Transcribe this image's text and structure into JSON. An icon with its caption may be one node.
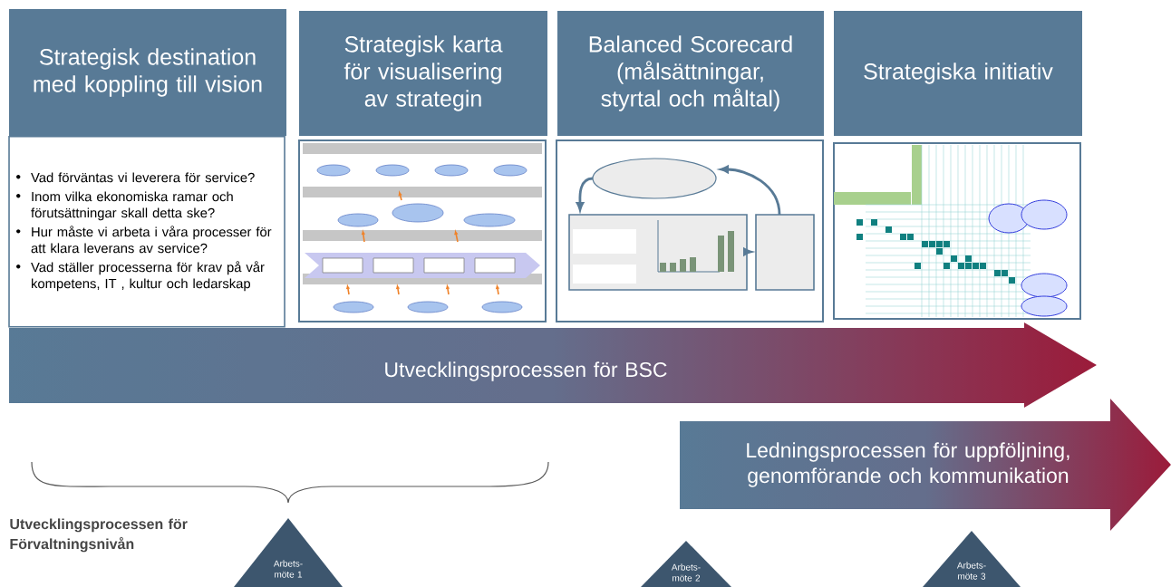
{
  "diagram": {
    "nodes": [
      {
        "text": [
          "Strategisk destination med koppling till vision"
        ]
      },
      {
        "text": [
          "Vad förväntas vi leverera för service?",
          "Inom vilka ekonomiska ramar och förutsättningar skall detta ske?",
          "Hur måste vi arbeta i våra processer för att klara leverans av service?",
          "Vad ställer processerna för  krav på vår kompetens, IT , kultur och ledarskap"
        ]
      },
      {
        "text": [
          "Strategisk karta för visualisering av strategin"
        ]
      },
      {
        "text": [],
        "shape": "picture"
      },
      {
        "text": [
          "Balanced Scorecard (målsättningar, styrtal och måltal)"
        ]
      },
      {
        "text": [],
        "shape": "picture"
      },
      {
        "text": [
          "Strategiska initiativ"
        ]
      },
      {
        "text": [],
        "shape": "picture"
      },
      {
        "text": [
          "Utvecklingsprocessen för BSC"
        ]
      },
      {
        "text": [
          "Ledningsprocessen för uppföljning, genomförande och kommunikation"
        ]
      },
      {
        "text": [
          "Arbets- möte 1"
        ]
      },
      {
        "text": [
          "Arbets- möte 2"
        ]
      },
      {
        "text": [
          "Arbets- möte  3"
        ]
      }
    ],
    "labels": [
      "Utvecklingsprocessen för Förvaltningsnivån"
    ]
  }
}
